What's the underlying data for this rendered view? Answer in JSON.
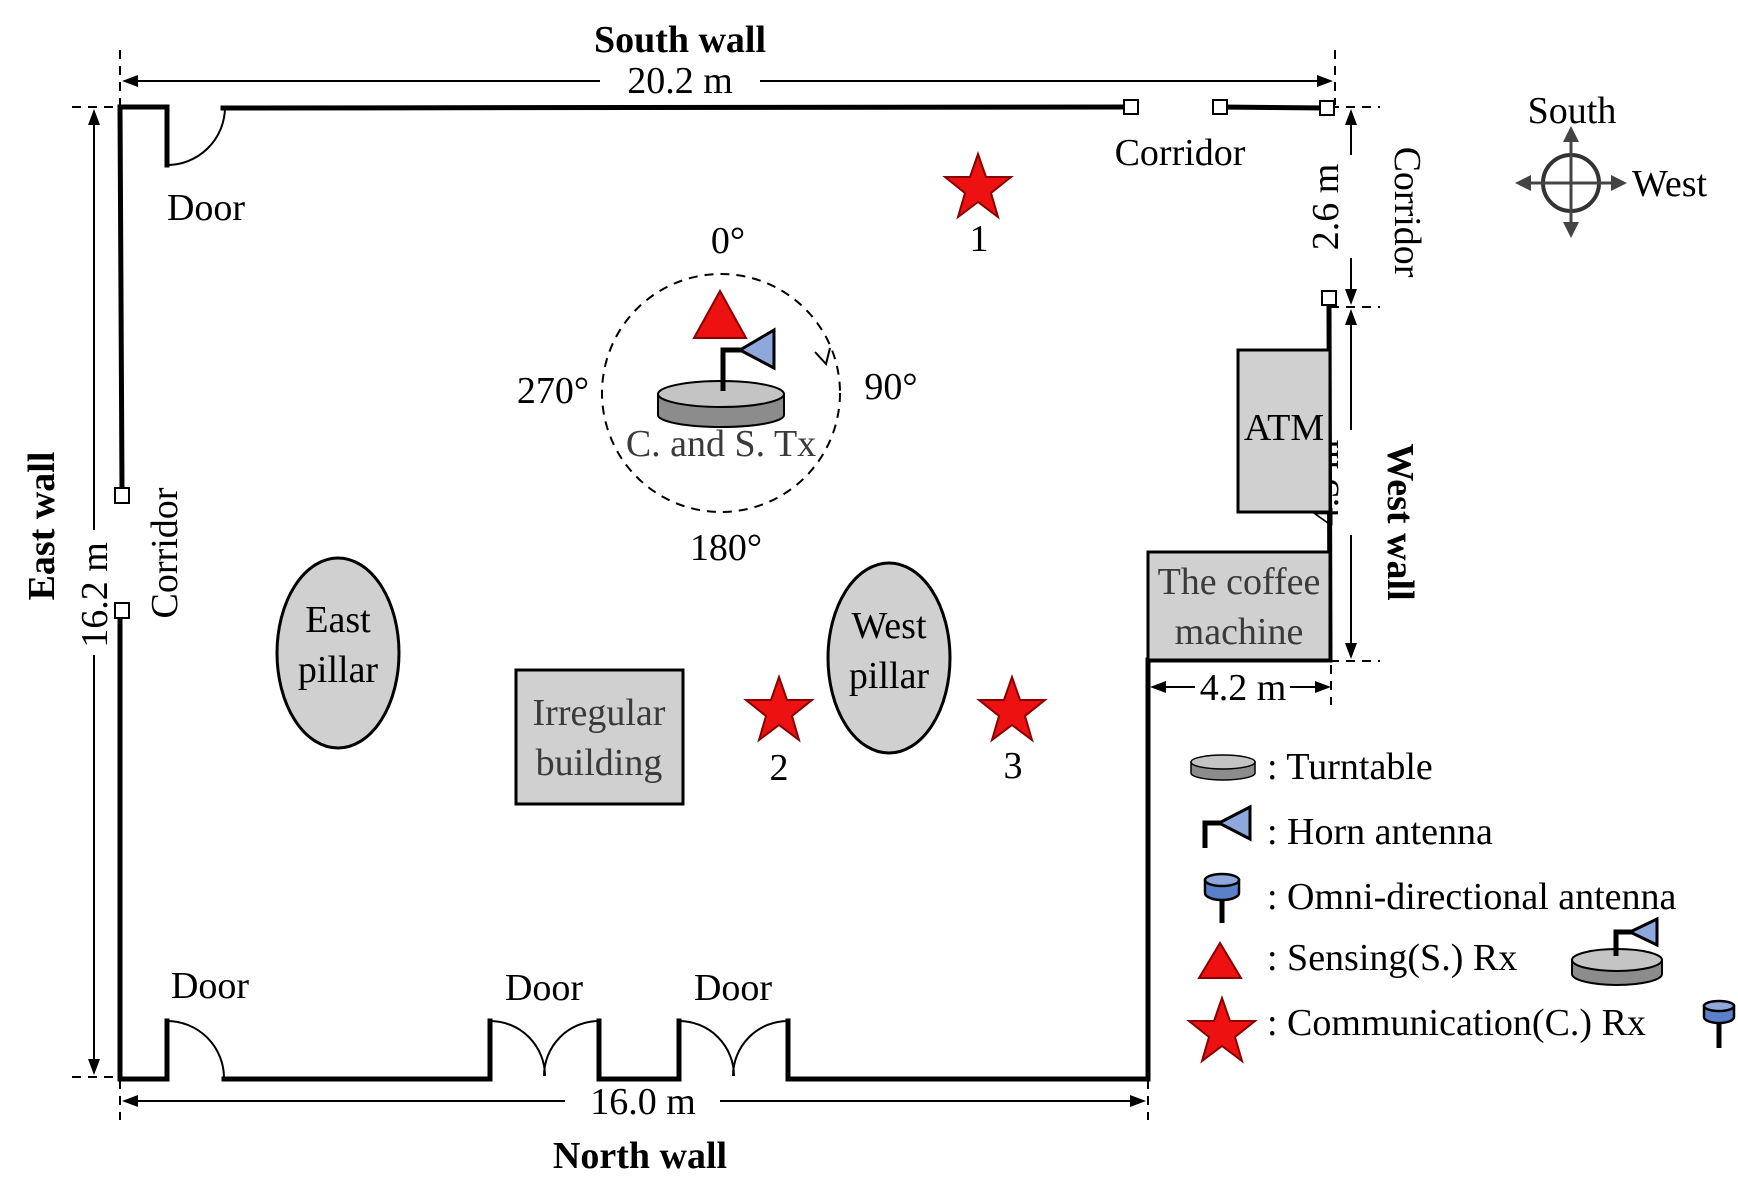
{
  "walls": {
    "south": "South wall",
    "north": "North wall",
    "east": "East wall",
    "west": "West wall"
  },
  "dimensions": {
    "south_length": "20.2 m",
    "north_length": "16.0 m",
    "east_length": "16.2 m",
    "corridor_gap": "2.6 m",
    "west_segment": "4.3 m",
    "recess_width": "4.2 m"
  },
  "labels": {
    "door_top": "Door",
    "door_bottom_1": "Door",
    "door_bottom_2": "Door",
    "door_bottom_3": "Door",
    "corridor_top": "Corridor",
    "corridor_right": "Corridor",
    "corridor_left": "Corridor",
    "atm": "ATM",
    "coffee_line1": "The coffee",
    "coffee_line2": "machine",
    "east_pillar_line1": "East",
    "east_pillar_line2": "pillar",
    "west_pillar_line1": "West",
    "west_pillar_line2": "pillar",
    "irregular_line1": "Irregular",
    "irregular_line2": "building",
    "tx": "C. and S. Tx"
  },
  "rotation": {
    "deg0": "0°",
    "deg90": "90°",
    "deg180": "180°",
    "deg270": "270°"
  },
  "receivers": [
    "1",
    "2",
    "3"
  ],
  "compass": {
    "south": "South",
    "west": "West"
  },
  "legend": [
    {
      "icon": "turntable-icon",
      "text": ": Turntable"
    },
    {
      "icon": "horn-antenna-icon",
      "text": ": Horn antenna"
    },
    {
      "icon": "omni-antenna-icon",
      "text": ": Omni-directional antenna"
    },
    {
      "icon": "triangle-icon",
      "text": ": Sensing(S.) Rx"
    },
    {
      "icon": "star-icon",
      "text": ": Communication(C.) Rx"
    }
  ],
  "colors": {
    "receiver_red": "#ee1111",
    "antenna_blue": "#8fa8dc",
    "object_grey": "#d0d0d0"
  }
}
